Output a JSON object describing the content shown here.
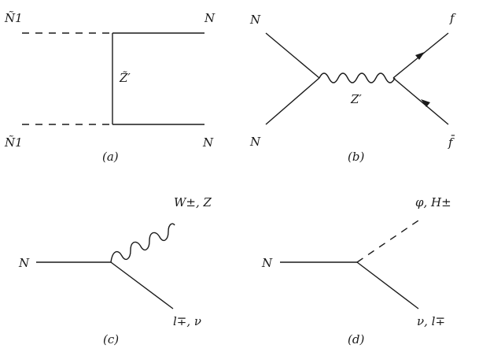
{
  "diagrams": {
    "a": {
      "caption": "(a)",
      "in_top": "Ñ1",
      "in_bottom": "Ñ1",
      "out_top": "N",
      "out_bottom": "N",
      "propagator": "Z̃′"
    },
    "b": {
      "caption": "(b)",
      "in_top": "N",
      "in_bottom": "N",
      "out_top": "f",
      "out_bottom": "f̄",
      "propagator": "Z′"
    },
    "c": {
      "caption": "(c)",
      "in": "N",
      "out_top": "W±, Z",
      "out_bottom": "l∓, ν"
    },
    "d": {
      "caption": "(d)",
      "in": "N",
      "out_top": "φ, H±",
      "out_bottom": "ν, l∓"
    }
  }
}
